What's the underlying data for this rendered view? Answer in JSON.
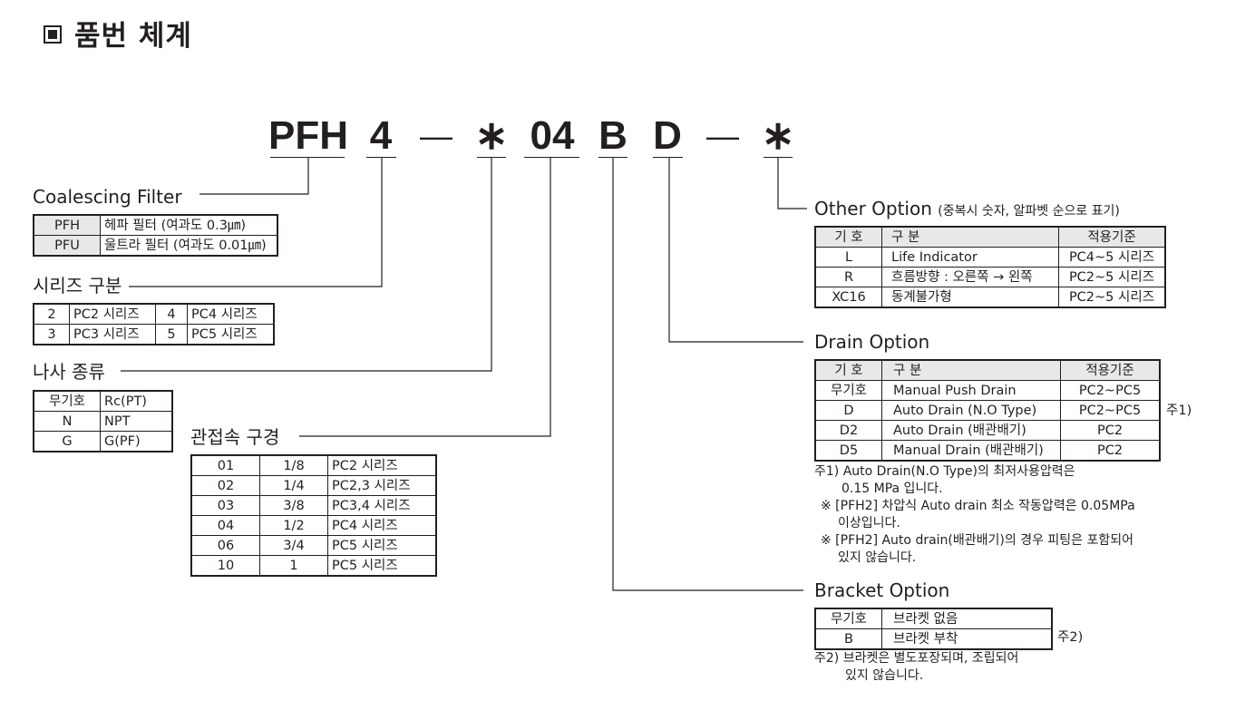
{
  "title": "품번 체계",
  "code": {
    "segments": [
      "PFH",
      "4",
      "—",
      "∗",
      "04",
      "B",
      "D",
      "—",
      "∗"
    ]
  },
  "coalescing": {
    "title": "Coalescing Filter",
    "rows": [
      [
        "PFH",
        "헤파 필터 (여과도 0.3㎛)"
      ],
      [
        "PFU",
        "울트라 필터 (여과도 0.01㎛)"
      ]
    ]
  },
  "series": {
    "title": "시리즈 구분",
    "rows": [
      [
        "2",
        "PC2 시리즈",
        "4",
        "PC4 시리즈"
      ],
      [
        "3",
        "PC3 시리즈",
        "5",
        "PC5 시리즈"
      ]
    ]
  },
  "thread": {
    "title": "나사 종류",
    "rows": [
      [
        "무기호",
        "Rc(PT)"
      ],
      [
        "N",
        "NPT"
      ],
      [
        "G",
        "G(PF)"
      ]
    ]
  },
  "port": {
    "title": "관접속 구경",
    "rows": [
      [
        "01",
        "1/8",
        "PC2 시리즈"
      ],
      [
        "02",
        "1/4",
        "PC2,3 시리즈"
      ],
      [
        "03",
        "3/8",
        "PC3,4 시리즈"
      ],
      [
        "04",
        "1/2",
        "PC4 시리즈"
      ],
      [
        "06",
        "3/4",
        "PC5 시리즈"
      ],
      [
        "10",
        "1",
        "PC5 시리즈"
      ]
    ]
  },
  "other": {
    "title": "Other Option",
    "note": "(중복시 숫자, 알파벳 순으로 표기)",
    "headers": [
      "기 호",
      "구 분",
      "적용기준"
    ],
    "rows": [
      [
        "L",
        "Life Indicator",
        "PC4~5 시리즈"
      ],
      [
        "R",
        "흐름방향 : 오른쪽 → 왼쪽",
        "PC2~5 시리즈"
      ],
      [
        "XC16",
        "동계불가형",
        "PC2~5 시리즈"
      ]
    ]
  },
  "drain": {
    "title": "Drain Option",
    "headers": [
      "기 호",
      "구 분",
      "적용기준"
    ],
    "rows": [
      [
        "무기호",
        "Manual Push Drain",
        "PC2~PC5"
      ],
      [
        "D",
        "Auto Drain (N.O Type)",
        "PC2~PC5"
      ],
      [
        "D2",
        "Auto Drain (배관배기)",
        "PC2"
      ],
      [
        "D5",
        "Manual Drain (배관배기)",
        "PC2"
      ]
    ],
    "side_mark": "주1)",
    "notes": [
      "주1) Auto Drain(N.O Type)의 최저사용압력은",
      "0.15 MPa 입니다.",
      "※ [PFH2] 차압식 Auto drain 최소 작동압력은 0.05MPa",
      "이상입니다.",
      "※ [PFH2] Auto drain(배관배기)의 경우 피팅은 포함되어",
      "있지 않습니다."
    ]
  },
  "bracket": {
    "title": "Bracket Option",
    "rows": [
      [
        "무기호",
        "브라켓 없음"
      ],
      [
        "B",
        "브라켓 부착"
      ]
    ],
    "side_mark": "주2)",
    "notes": [
      "주2) 브라켓은 별도포장되며, 조립되어",
      "있지 않습니다."
    ]
  }
}
